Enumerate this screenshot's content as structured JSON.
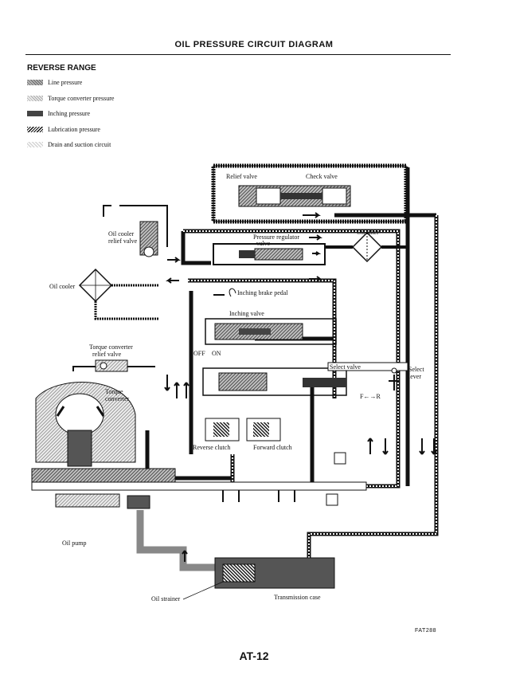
{
  "header": {
    "title": "OIL PRESSURE CIRCUIT DIAGRAM",
    "range": "REVERSE RANGE"
  },
  "legend": [
    {
      "key": "line",
      "label": "Line pressure"
    },
    {
      "key": "tc",
      "label": "Torque converter pressure"
    },
    {
      "key": "inch",
      "label": "Inching pressure"
    },
    {
      "key": "lub",
      "label": "Lubrication pressure"
    },
    {
      "key": "drain",
      "label": "Drain and suction circuit"
    }
  ],
  "labels": {
    "relief_valve": "Relief valve",
    "check_valve": "Check valve",
    "oil_cooler_relief_1": "Oil cooler",
    "oil_cooler_relief_2": "relief valve",
    "pressure_regulator_1": "Pressure regulator",
    "pressure_regulator_2": "valve",
    "oil_filter": "Oil filter",
    "oil_cooler": "Oil cooler",
    "inching_brake_pedal": "Inching brake pedal",
    "inching_valve": "Inching valve",
    "tc_relief_1": "Torque converter",
    "tc_relief_2": "relief valve",
    "off": "OFF",
    "on": "ON",
    "select_valve": "Select valve",
    "select_lever_1": "Select",
    "select_lever_2": "lever",
    "select_positions": "F←→R",
    "torque_converter_1": "Torque",
    "torque_converter_2": "converter",
    "reverse_clutch": "Reverse clutch",
    "forward_clutch": "Forward clutch",
    "oil_pump": "Oil pump",
    "oil_strainer": "Oil strainer",
    "transmission_case": "Transmission case"
  },
  "figure_code": "FAT288",
  "page_number": "AT-12"
}
